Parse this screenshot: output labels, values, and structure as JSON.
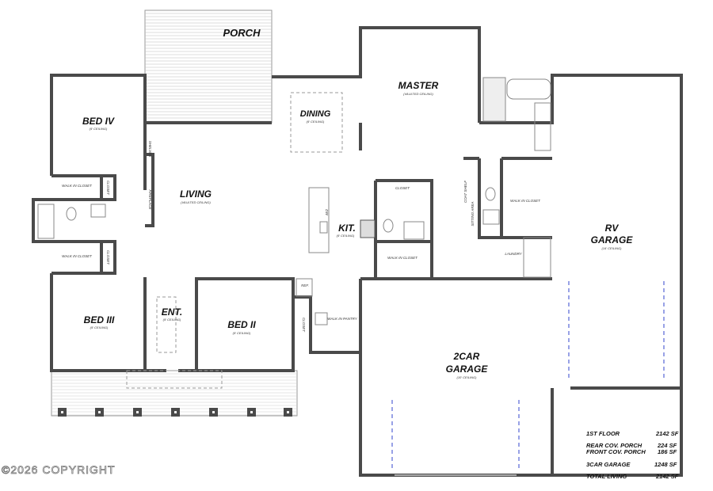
{
  "rooms": {
    "porch": {
      "label": "PORCH"
    },
    "master": {
      "label": "MASTER",
      "ceiling": "(VAULTED CEILING)"
    },
    "dining": {
      "label": "DINING",
      "ceiling": "(9' CEILING)"
    },
    "bed4": {
      "label": "BED IV",
      "ceiling": "(9' CEILING)"
    },
    "living": {
      "label": "LIVING",
      "ceiling": "(VAULTED CEILING)"
    },
    "kitchen": {
      "label": "KIT.",
      "ceiling": "(9' CEILING)"
    },
    "rv_garage": {
      "label": "RV",
      "label2": "GARAGE",
      "ceiling": "(14' CEILING)"
    },
    "bed3": {
      "label": "BED III",
      "ceiling": "(9' CEILING)"
    },
    "entry": {
      "label": "ENT.",
      "ceiling": "(9' CEILING)"
    },
    "bed2": {
      "label": "BED II",
      "ceiling": "(9' CEILING)"
    },
    "garage2": {
      "label": "2CAR",
      "label2": "GARAGE",
      "ceiling": "(10' CEILING)"
    }
  },
  "small_labels": {
    "walk_in_closet": "WALK IN CLOSET",
    "closet": "CLOSET",
    "shelves": "SHELVES",
    "fireplace": "FIREPLACE",
    "dw": "DW",
    "coat_shelf": "COAT SHELF",
    "sitting_area": "SITTING AREA",
    "laundry": "LAUNDRY",
    "ref": "REF.",
    "walk_in_pantry": "WALK IN PANTRY"
  },
  "area_table": [
    {
      "label": "1ST FLOOR",
      "value": "2142 SF"
    },
    {
      "label": "REAR COV. PORCH",
      "value": "224 SF"
    },
    {
      "label": "FRONT COV. PORCH",
      "value": "186 SF"
    },
    {
      "label": "3CAR GARAGE",
      "value": "1248 SF"
    },
    {
      "label": "TOTAL LIVING",
      "value": "2142 SF"
    }
  ],
  "watermark": "©2026 COPYRIGHT"
}
